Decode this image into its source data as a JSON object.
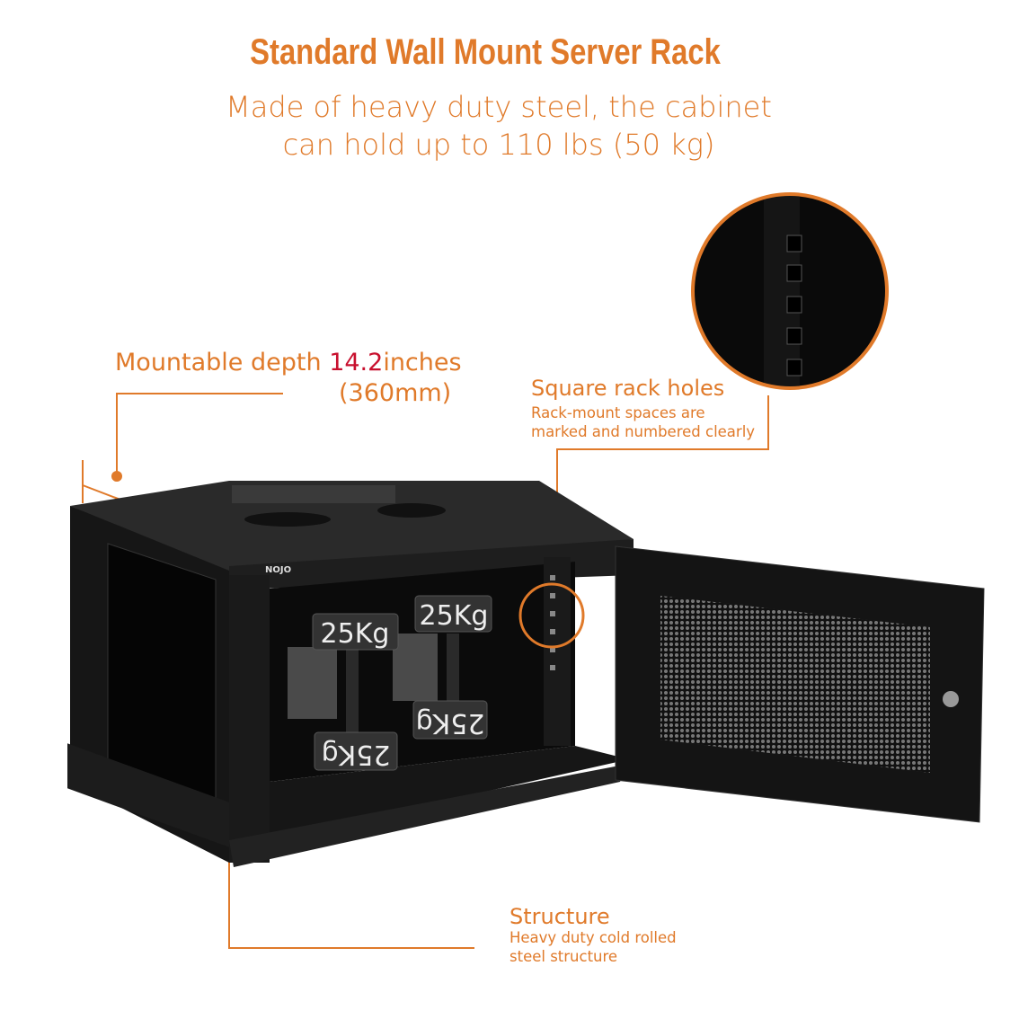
{
  "header": {
    "title": "Standard Wall Mount Server Rack",
    "subtitle_line1": "Made of heavy duty steel, the cabinet",
    "subtitle_line2": "can hold up to 110 lbs (50 kg)"
  },
  "callouts": {
    "depth": {
      "prefix": "Mountable depth ",
      "value": "14.2",
      "suffix": "inches",
      "metric": "(360mm)"
    },
    "rack_holes": {
      "title": "Square rack holes",
      "line1": "Rack-mount spaces are",
      "line2": "marked and numbered clearly"
    },
    "structure": {
      "title": "Structure",
      "line1": "Heavy duty cold rolled",
      "line2": "steel structure"
    }
  },
  "product": {
    "brand_logo": "NOJO",
    "weight_label": "25Kg"
  },
  "colors": {
    "accent": "#e07a2a",
    "highlight": "#c8102e",
    "rack": "#141414"
  }
}
